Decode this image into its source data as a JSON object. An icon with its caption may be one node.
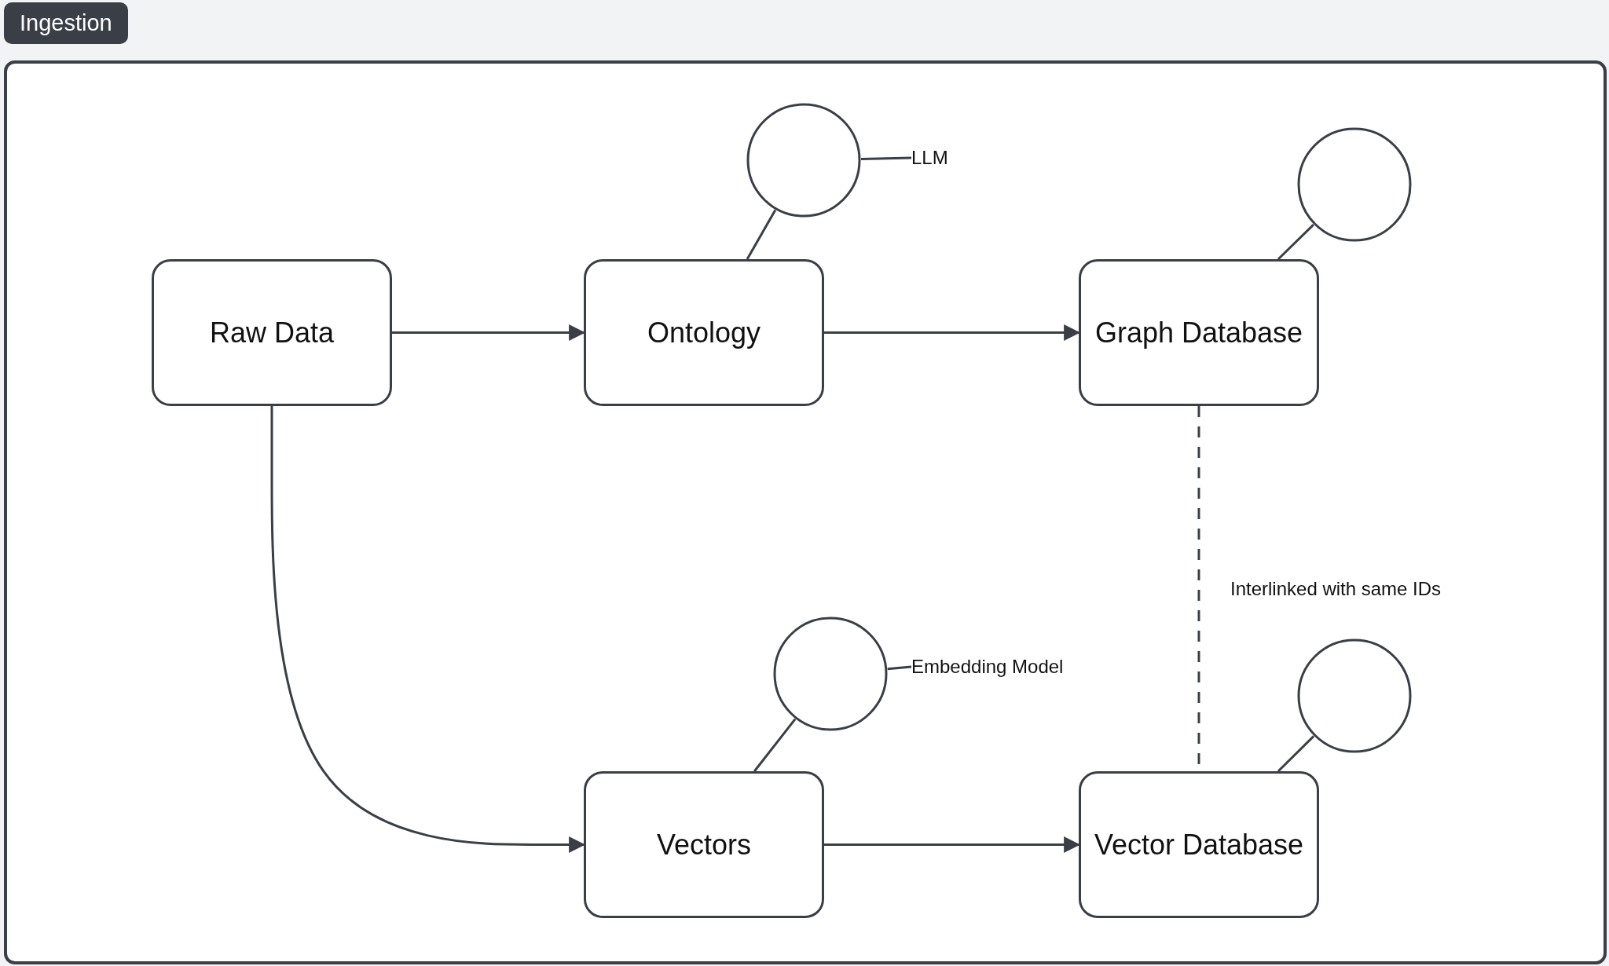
{
  "diagram": {
    "nodes": [
      {
        "text": [
          "Ingestion"
        ]
      },
      {
        "text": [
          "Raw Data"
        ],
        "in": 0
      },
      {
        "text": [],
        "shape": "circle",
        "in": 0
      },
      {
        "text": [
          "LLM"
        ],
        "in": 0
      },
      {
        "text": [
          "Ontology"
        ],
        "in": 0
      },
      {
        "text": [],
        "shape": "circle",
        "in": 0
      },
      {
        "text": [
          "Graph Database"
        ],
        "in": 0
      },
      {
        "text": [],
        "shape": "circle",
        "in": 0
      },
      {
        "text": [
          "Embedding Model"
        ],
        "in": 0
      },
      {
        "text": [],
        "shape": "circle",
        "in": 0
      },
      {
        "text": [
          "Vectors"
        ],
        "in": 0
      },
      {
        "text": [
          "Vector Database"
        ],
        "in": 0
      }
    ],
    "edges": [
      {
        "from": 1,
        "to": 4,
        "arrow": "to"
      },
      {
        "from": 4,
        "to": 6,
        "arrow": "to"
      },
      {
        "from": 1,
        "to": 10,
        "arrow": "to"
      },
      {
        "from": 10,
        "to": 11,
        "arrow": "to"
      },
      {
        "from": 6,
        "to": 11,
        "arrow": "none",
        "style": "dashed",
        "label": "Interlinked with same IDs"
      },
      {
        "from": 2,
        "to": 4,
        "arrow": "none"
      },
      {
        "from": 5,
        "to": 6,
        "arrow": "none"
      },
      {
        "from": 7,
        "to": 10,
        "arrow": "none"
      },
      {
        "from": 9,
        "to": 11,
        "arrow": "none"
      },
      {
        "from": 3,
        "to": 2,
        "arrow": "none"
      },
      {
        "from": 8,
        "to": 7,
        "arrow": "none"
      }
    ]
  }
}
